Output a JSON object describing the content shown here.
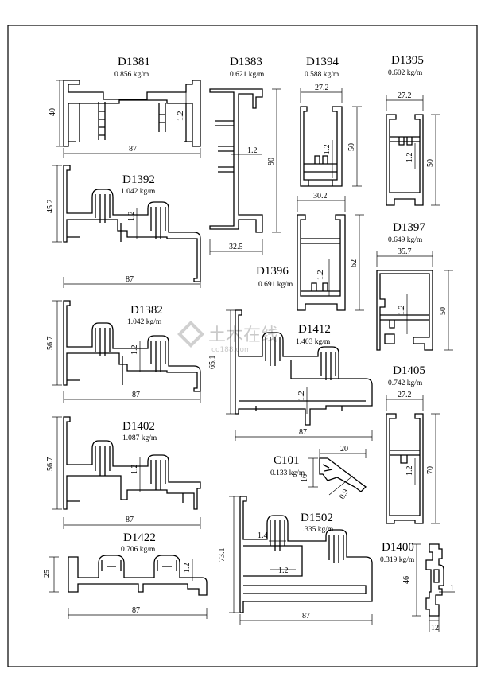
{
  "sheet": {
    "watermark": {
      "main": "土木在线",
      "sub": "co188.com"
    }
  },
  "profiles": [
    {
      "id": "d1381",
      "code": "D1381",
      "weight": "0.856 kg/m",
      "dims": {
        "width": "87",
        "height": "40",
        "wall": "1.2"
      }
    },
    {
      "id": "d1383",
      "code": "D1383",
      "weight": "0.621 kg/m",
      "dims": {
        "width": "32.5",
        "height": "90",
        "wall": "1.2"
      }
    },
    {
      "id": "d1394",
      "code": "D1394",
      "weight": "0.588 kg/m",
      "dims": {
        "width": "27.2",
        "height": "50",
        "wall": "1.2"
      }
    },
    {
      "id": "d1395",
      "code": "D1395",
      "weight": "0.602 kg/m",
      "dims": {
        "width": "27.2",
        "height": "50",
        "wall": "1.2"
      }
    },
    {
      "id": "d1392",
      "code": "D1392",
      "weight": "1.042 kg/m",
      "dims": {
        "width": "87",
        "height": "45.2",
        "wall": "1.2"
      }
    },
    {
      "id": "d1396",
      "code": "D1396",
      "weight": "0.691 kg/m",
      "dims": {
        "width": "30.2",
        "height": "62",
        "wall": "1.2"
      }
    },
    {
      "id": "d1397",
      "code": "D1397",
      "weight": "0.649 kg/m",
      "dims": {
        "width": "35.7",
        "height": "50",
        "wall": "1.2"
      }
    },
    {
      "id": "d1382",
      "code": "D1382",
      "weight": "1.042 kg/m",
      "dims": {
        "width": "87",
        "height": "56.7",
        "wall": "1.2"
      }
    },
    {
      "id": "d1412",
      "code": "D1412",
      "weight": "1.403 kg/m",
      "dims": {
        "width": "87",
        "height": "65.1",
        "wall": "1.2"
      }
    },
    {
      "id": "d1405",
      "code": "D1405",
      "weight": "0.742 kg/m",
      "dims": {
        "width": "27.2",
        "height": "70",
        "wall": "1.2"
      }
    },
    {
      "id": "d1402",
      "code": "D1402",
      "weight": "1.087 kg/m",
      "dims": {
        "width": "87",
        "height": "56.7",
        "wall": "1.2"
      }
    },
    {
      "id": "c101",
      "code": "C101",
      "weight": "0.133 kg/m",
      "dims": {
        "width": "20",
        "height": "16",
        "wall": "0.9"
      }
    },
    {
      "id": "d1502",
      "code": "D1502",
      "weight": "1.335 kg/m",
      "dims": {
        "width": "87",
        "height": "73.1",
        "wall": "1.2",
        "lip": "1.4"
      }
    },
    {
      "id": "d1422",
      "code": "D1422",
      "weight": "0.706 kg/m",
      "dims": {
        "width": "87",
        "height": "25",
        "wall": "1.2"
      }
    },
    {
      "id": "d1400",
      "code": "D1400",
      "weight": "0.319 kg/m",
      "dims": {
        "width": "12",
        "height": "46",
        "wall": "1"
      }
    }
  ]
}
